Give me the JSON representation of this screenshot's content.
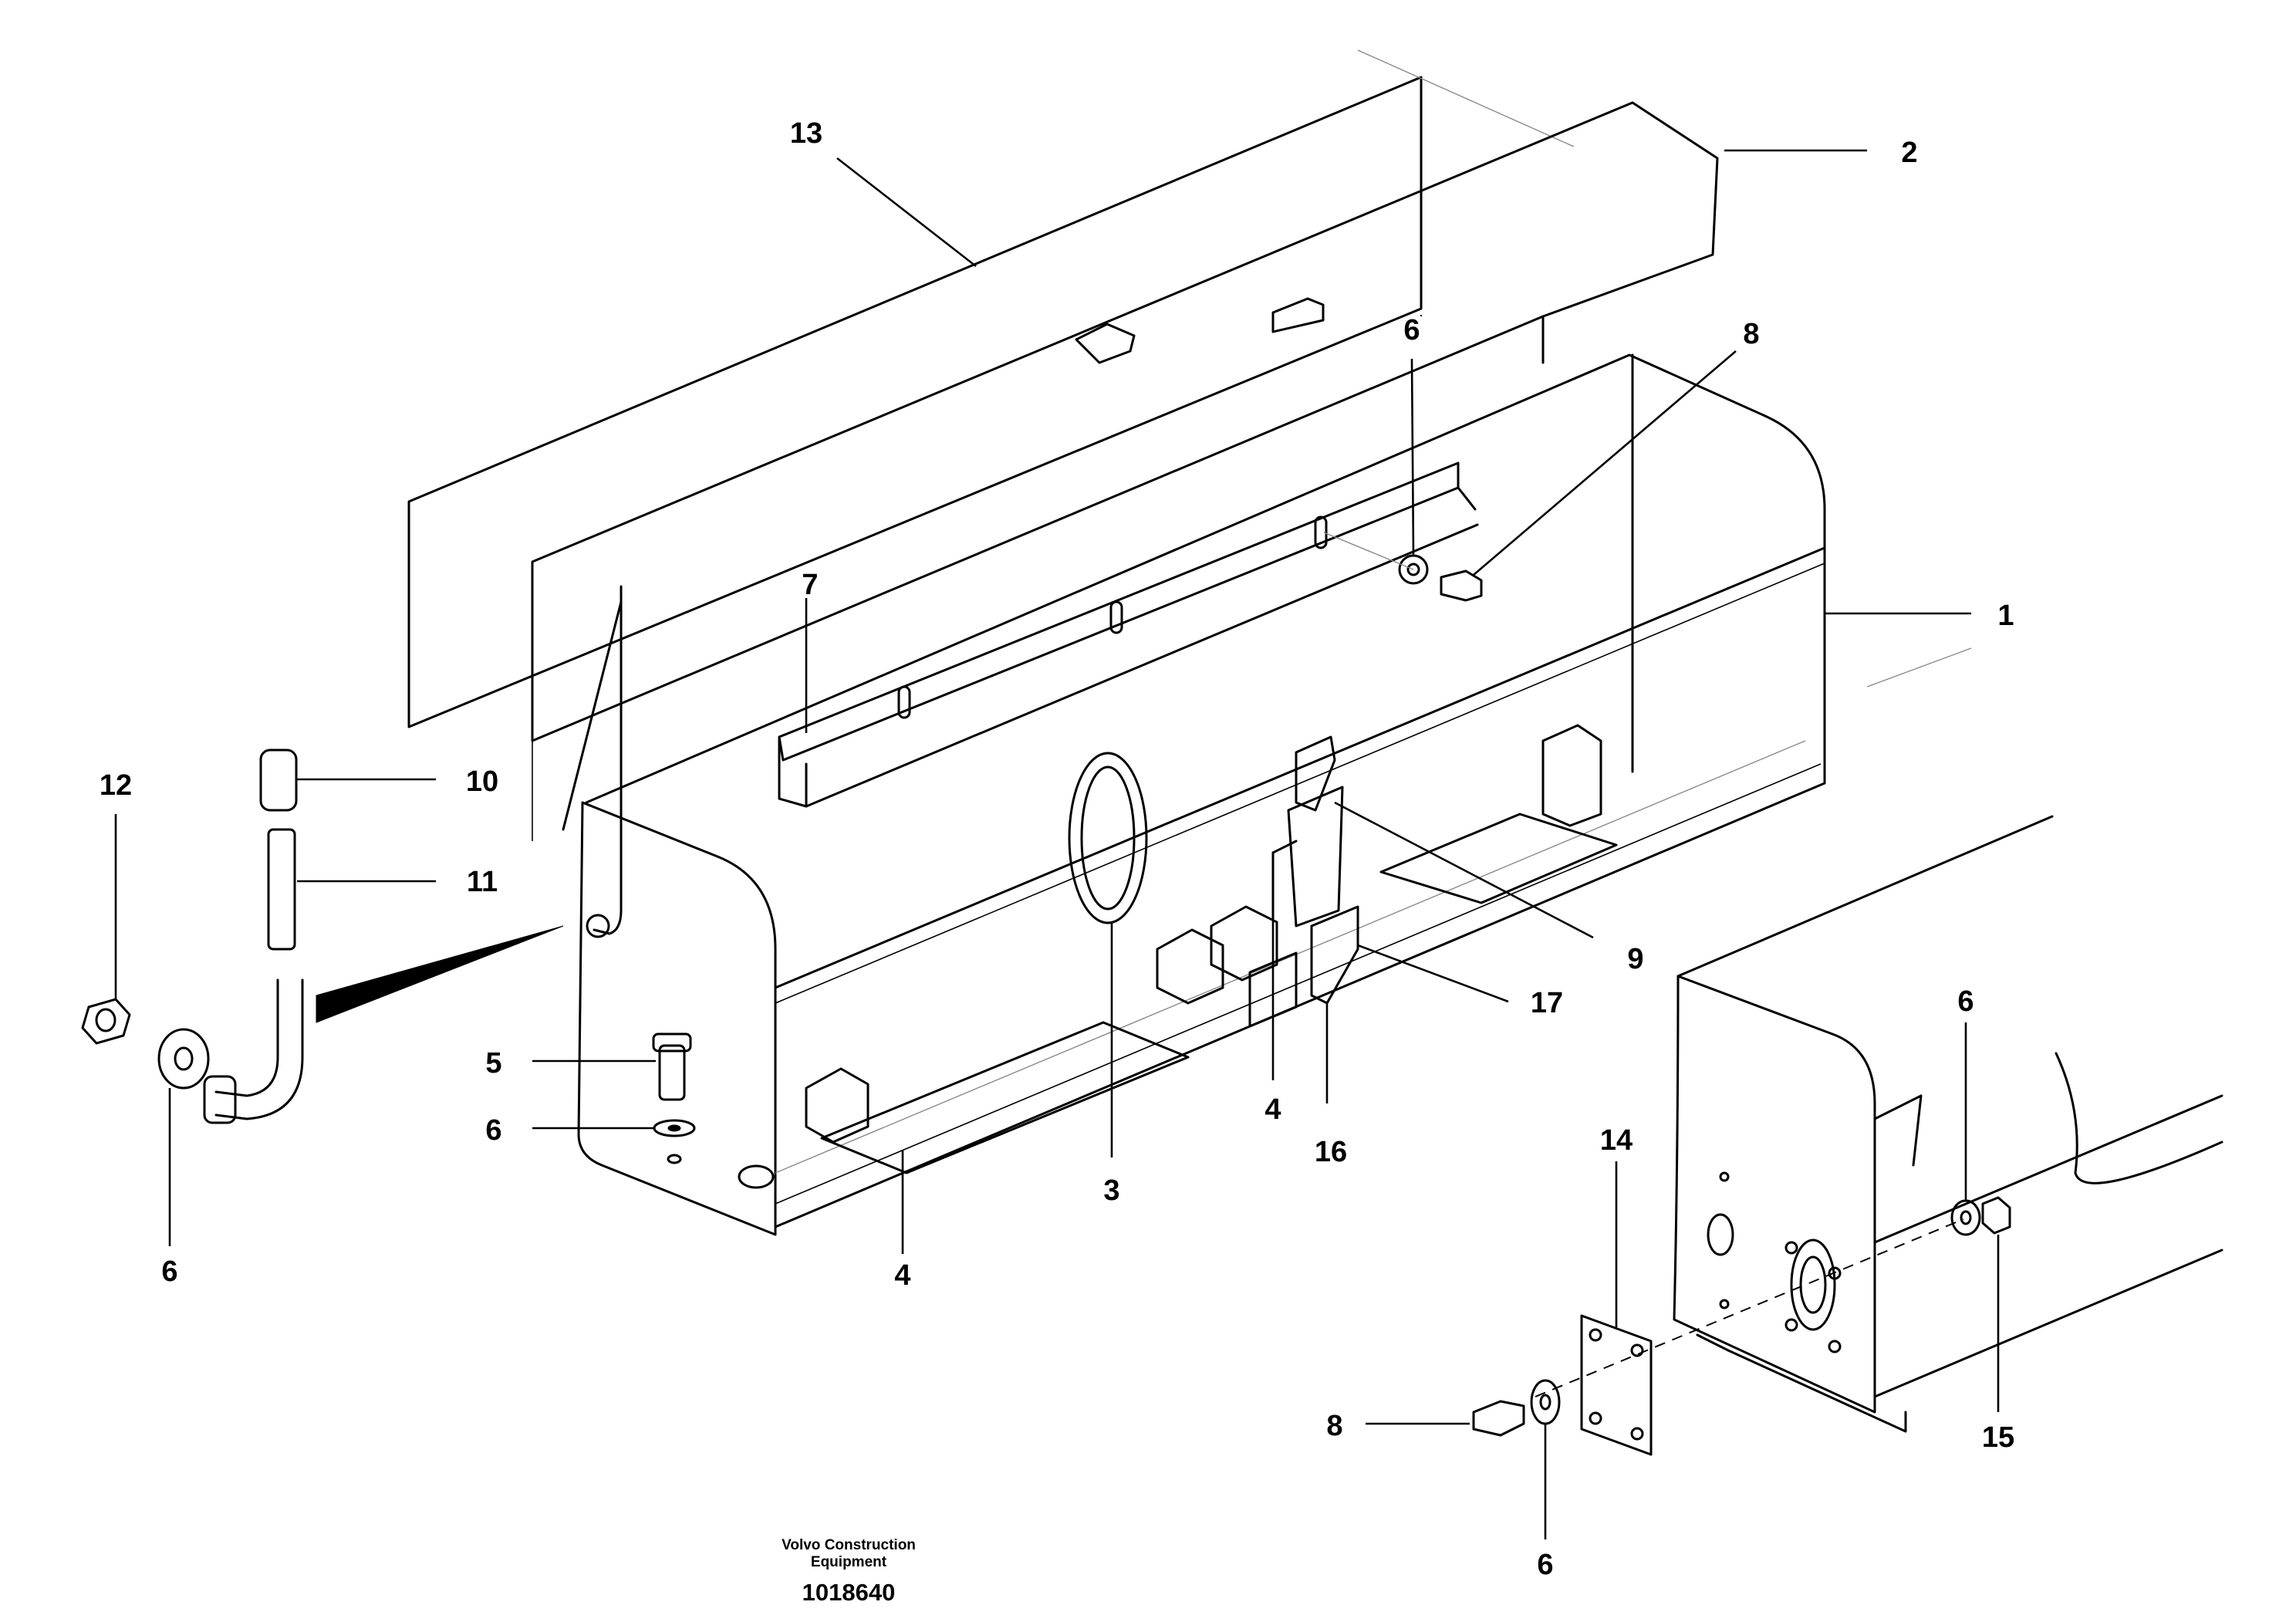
{
  "callouts": {
    "c1": "1",
    "c2": "2",
    "c3": "3",
    "c4a": "4",
    "c4b": "4",
    "c5": "5",
    "c6a": "6",
    "c6b": "6",
    "c6c": "6",
    "c6d": "6",
    "c6e": "6",
    "c7": "7",
    "c8a": "8",
    "c8b": "8",
    "c9": "9",
    "c10": "10",
    "c11": "11",
    "c12": "12",
    "c13": "13",
    "c14": "14",
    "c15": "15",
    "c16": "16",
    "c17": "17"
  },
  "footer": {
    "company_line1": "Volvo Construction",
    "company_line2": "Equipment",
    "drawing_number": "1018640"
  }
}
